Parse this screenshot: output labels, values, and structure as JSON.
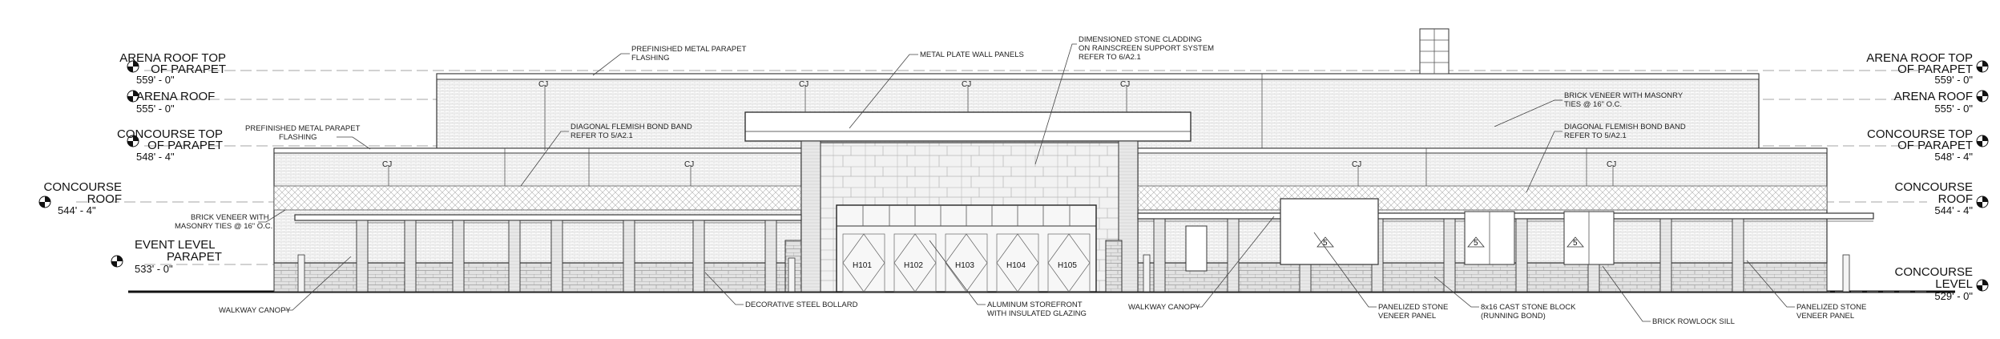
{
  "levels_left": [
    {
      "name_lines": [
        "ARENA ROOF TOP",
        "OF PARAPET"
      ],
      "elev": "559' - 0\""
    },
    {
      "name_lines": [
        "ARENA ROOF"
      ],
      "elev": "555' - 0\""
    },
    {
      "name_lines": [
        "CONCOURSE TOP",
        "OF PARAPET"
      ],
      "elev": "548' - 4\""
    },
    {
      "name_lines": [
        "CONCOURSE",
        "ROOF"
      ],
      "elev": "544' - 4\""
    },
    {
      "name_lines": [
        "EVENT LEVEL",
        "PARAPET"
      ],
      "elev": "533' - 0\""
    }
  ],
  "levels_right": [
    {
      "name_lines": [
        "ARENA ROOF TOP",
        "OF PARAPET"
      ],
      "elev": "559' - 0\""
    },
    {
      "name_lines": [
        "ARENA ROOF"
      ],
      "elev": "555' - 0\""
    },
    {
      "name_lines": [
        "CONCOURSE TOP",
        "OF PARAPET"
      ],
      "elev": "548' - 4\""
    },
    {
      "name_lines": [
        "CONCOURSE",
        "ROOF"
      ],
      "elev": "544' - 4\""
    },
    {
      "name_lines": [
        "CONCOURSE",
        "LEVEL"
      ],
      "elev": "529' - 0\""
    }
  ],
  "annotations": [
    {
      "lines": [
        "PREFINISHED METAL PARAPET",
        "FLASHING"
      ]
    },
    {
      "lines": [
        "METAL PLATE WALL PANELS"
      ]
    },
    {
      "lines": [
        "DIMENSIONED STONE CLADDING",
        "ON RAINSCREEN SUPPORT SYSTEM",
        "REFER TO 6/A2.1"
      ]
    },
    {
      "lines": [
        "BRICK VENEER WITH MASONRY",
        "TIES @ 16\" O.C."
      ]
    },
    {
      "lines": [
        "DIAGONAL FLEMISH BOND BAND",
        "REFER TO 5/A2.1"
      ]
    },
    {
      "lines": [
        "PREFINISHED METAL PARAPET",
        "FLASHING"
      ]
    },
    {
      "lines": [
        "DIAGONAL FLEMISH BOND BAND",
        "REFER TO 5/A2.1"
      ]
    },
    {
      "lines": [
        "BRICK VENEER WITH",
        "MASONRY TIES @ 16\" O.C."
      ]
    },
    {
      "lines": [
        "WALKWAY CANOPY"
      ]
    },
    {
      "lines": [
        "DECORATIVE STEEL BOLLARD"
      ]
    },
    {
      "lines": [
        "ALUMINUM STOREFRONT",
        "WITH INSULATED GLAZING"
      ]
    },
    {
      "lines": [
        "WALKWAY CANOPY"
      ]
    },
    {
      "lines": [
        "PANELIZED STONE",
        "VENEER PANEL"
      ]
    },
    {
      "lines": [
        "8x16 CAST STONE BLOCK",
        "(RUNNING BOND)"
      ]
    },
    {
      "lines": [
        "BRICK ROWLOCK SILL"
      ]
    },
    {
      "lines": [
        "PANELIZED STONE",
        "VENEER PANEL"
      ]
    }
  ],
  "control_joint_label": "CJ",
  "door_tags": [
    "H101",
    "H102",
    "H103",
    "H104",
    "H105"
  ],
  "window_tag": "5",
  "colors": {
    "line": "#333333",
    "hatch": "#9a9a9a",
    "base_block": "#dcdcdc",
    "background": "#ffffff"
  }
}
